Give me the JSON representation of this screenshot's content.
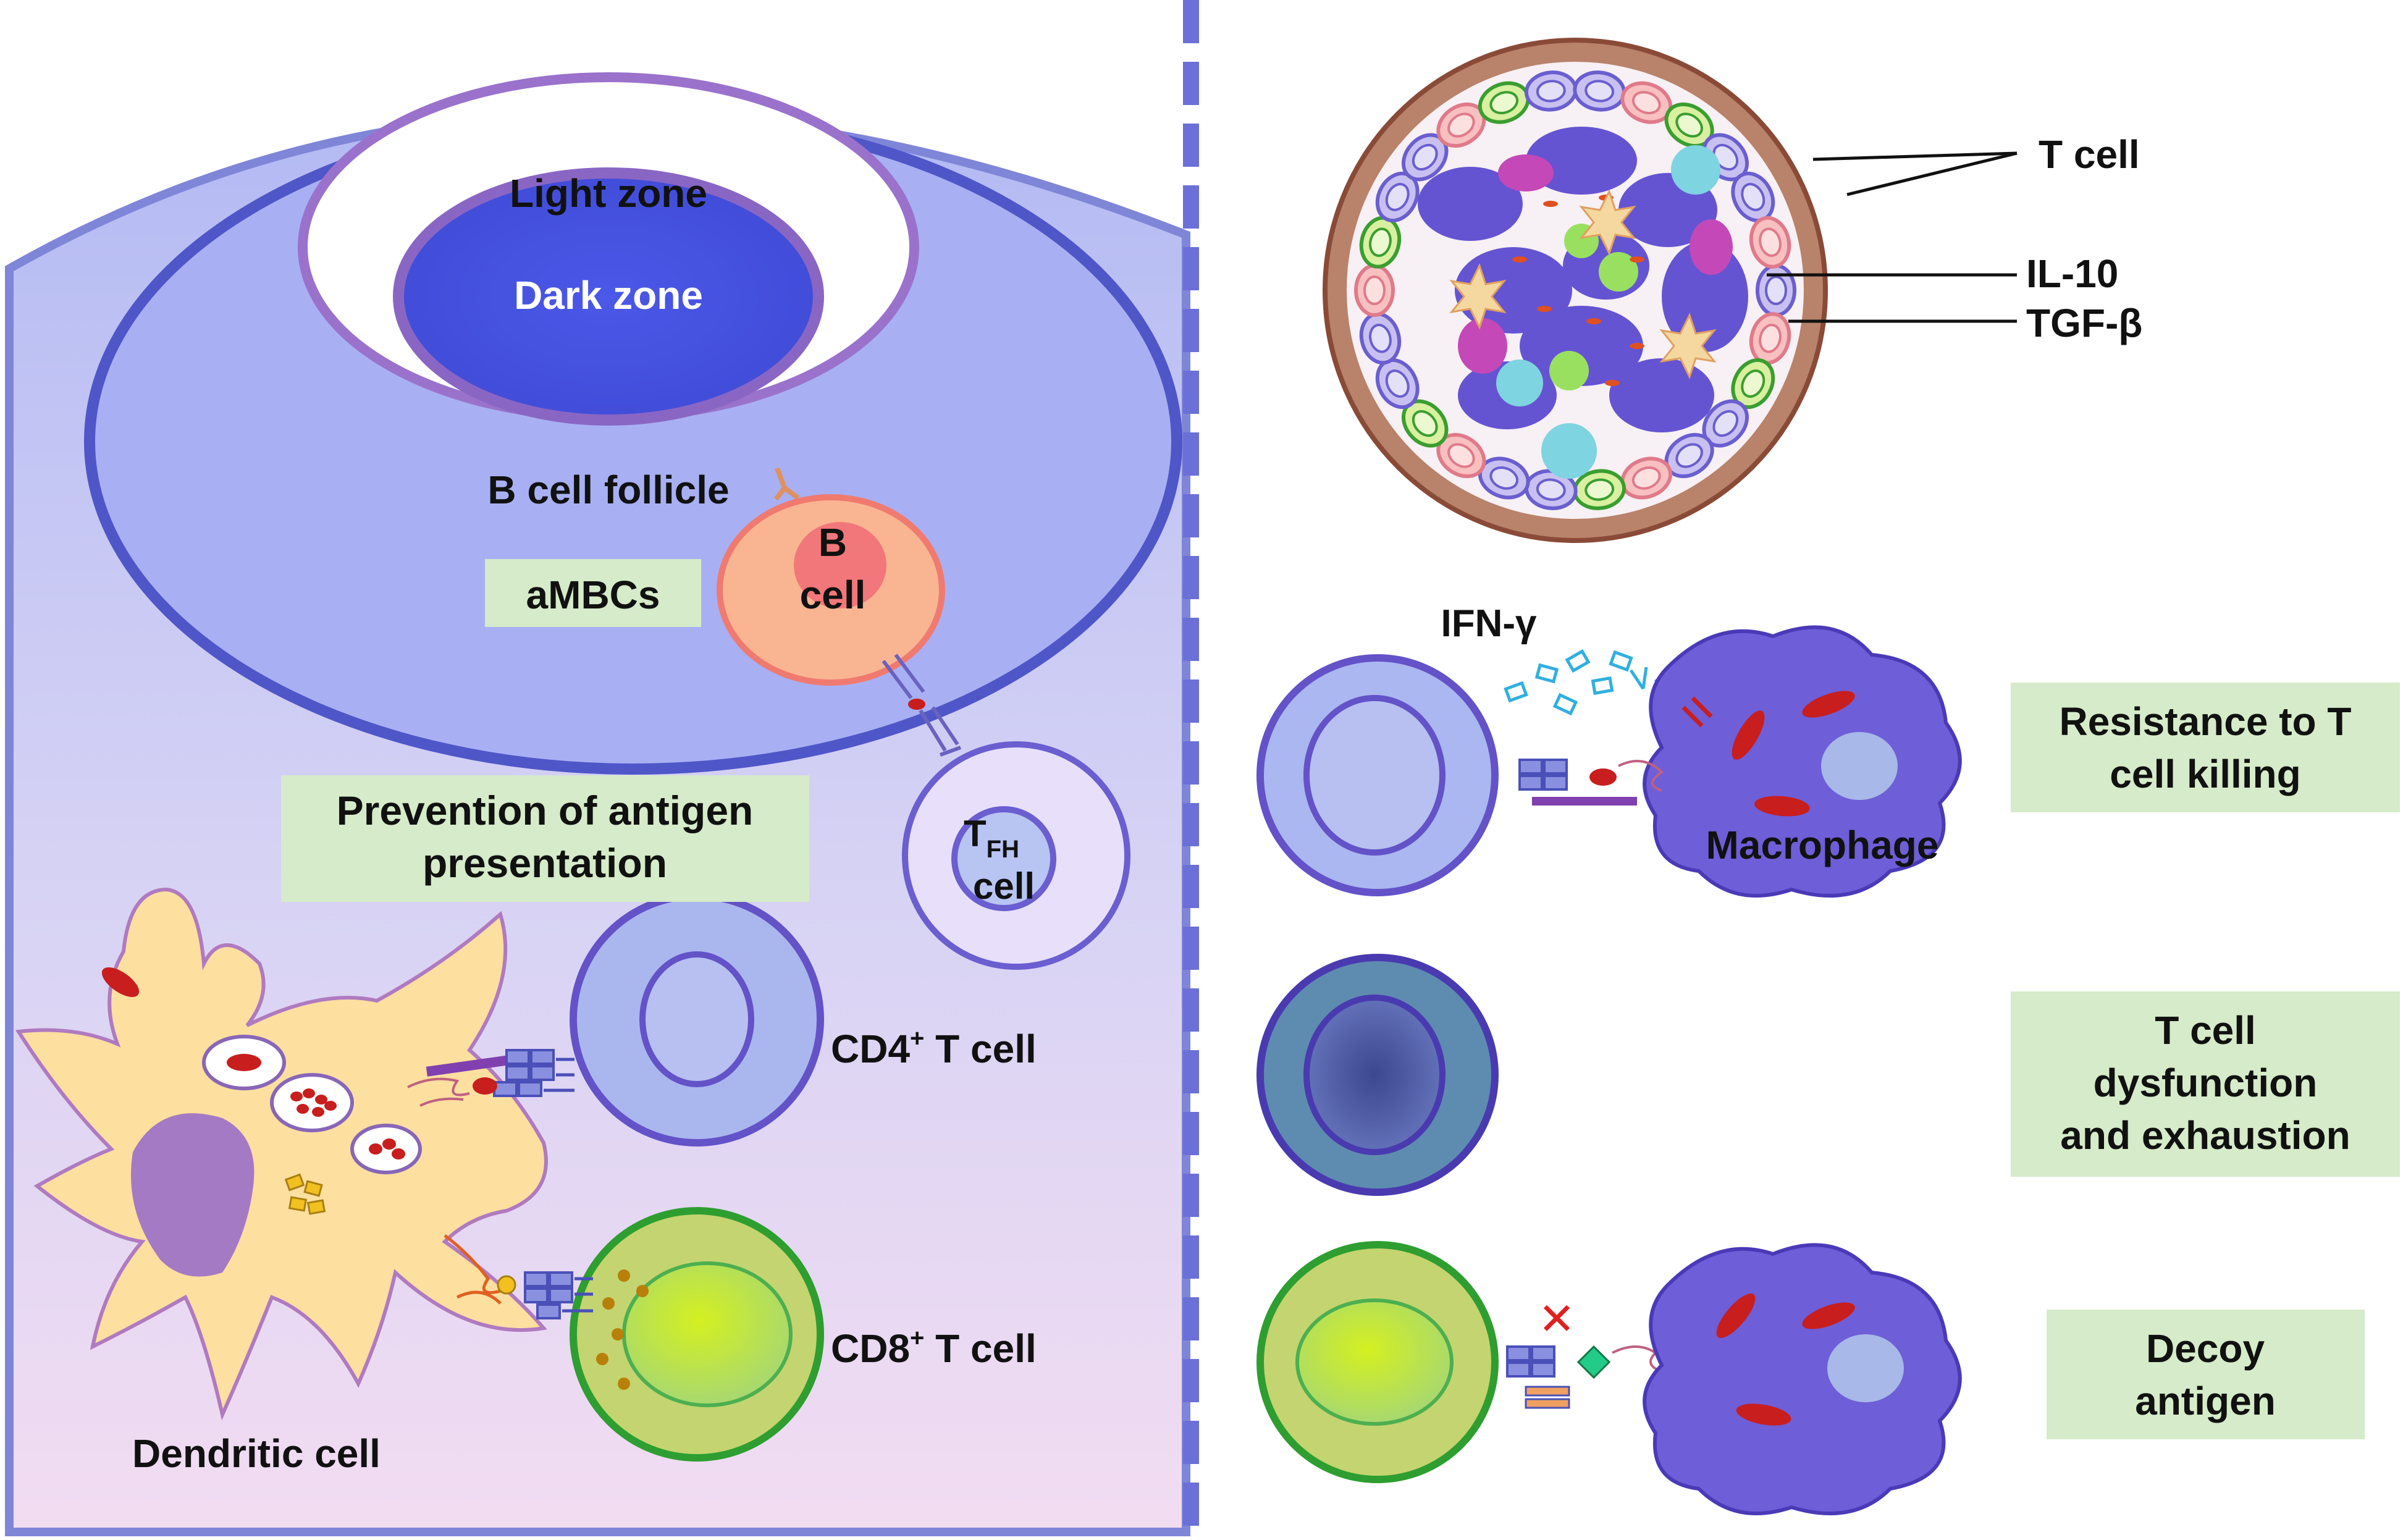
{
  "colors": {
    "panel_lavender": "#aab2f4",
    "panel_fill_bottom": "#f0dcf2",
    "dark_zone": "#4f5be6",
    "follicle_border": "#5a5fd0",
    "b_cell_body": "#f9b592",
    "b_cell_nucleus": "#f2777a",
    "tfh_cell": "#e6dcf8",
    "cd4_cell": "#aab7ee",
    "cd8_cell": "#c8d870",
    "cd8_nucleus": "#b8e040",
    "dendritic_cell": "#fddfa0",
    "macrophage": "#6e5ed8",
    "exhausted_cell": "#5e8cb0",
    "label_box": "#d6ebc9",
    "parasite_red": "#c81e1e"
  },
  "left_panel": {
    "light_zone": "Light zone",
    "dark_zone": "Dark zone",
    "b_cell_follicle": "B cell follicle",
    "ambcs": "aMBCs",
    "b_cell_line1": "B",
    "b_cell_line2": "cell",
    "prevention_line1": "Prevention of antigen",
    "prevention_line2": "presentation",
    "tfh_main": "T",
    "tfh_sub": "FH",
    "tfh_cell": "cell",
    "cd4_main": "CD4",
    "cd4_sup": "+",
    "cd4_rest": " T cell",
    "cd8_main": "CD8",
    "cd8_sup": "+",
    "cd8_rest": " T cell",
    "dendritic_cell": "Dendritic cell"
  },
  "right_panel": {
    "granuloma_t_cell": "T cell",
    "granuloma_il10": "IL-10",
    "granuloma_tgfb": "TGF-β",
    "ifn_gamma": "IFN-γ",
    "macrophage": "Macrophage",
    "resistance_line1": "Resistance to T",
    "resistance_line2": "cell killing",
    "dysfunction_line1": "T cell",
    "dysfunction_line2": "dysfunction",
    "dysfunction_line3": "and exhaustion",
    "decoy_line1": "Decoy",
    "decoy_line2": "antigen",
    "block_mark": "✕"
  }
}
